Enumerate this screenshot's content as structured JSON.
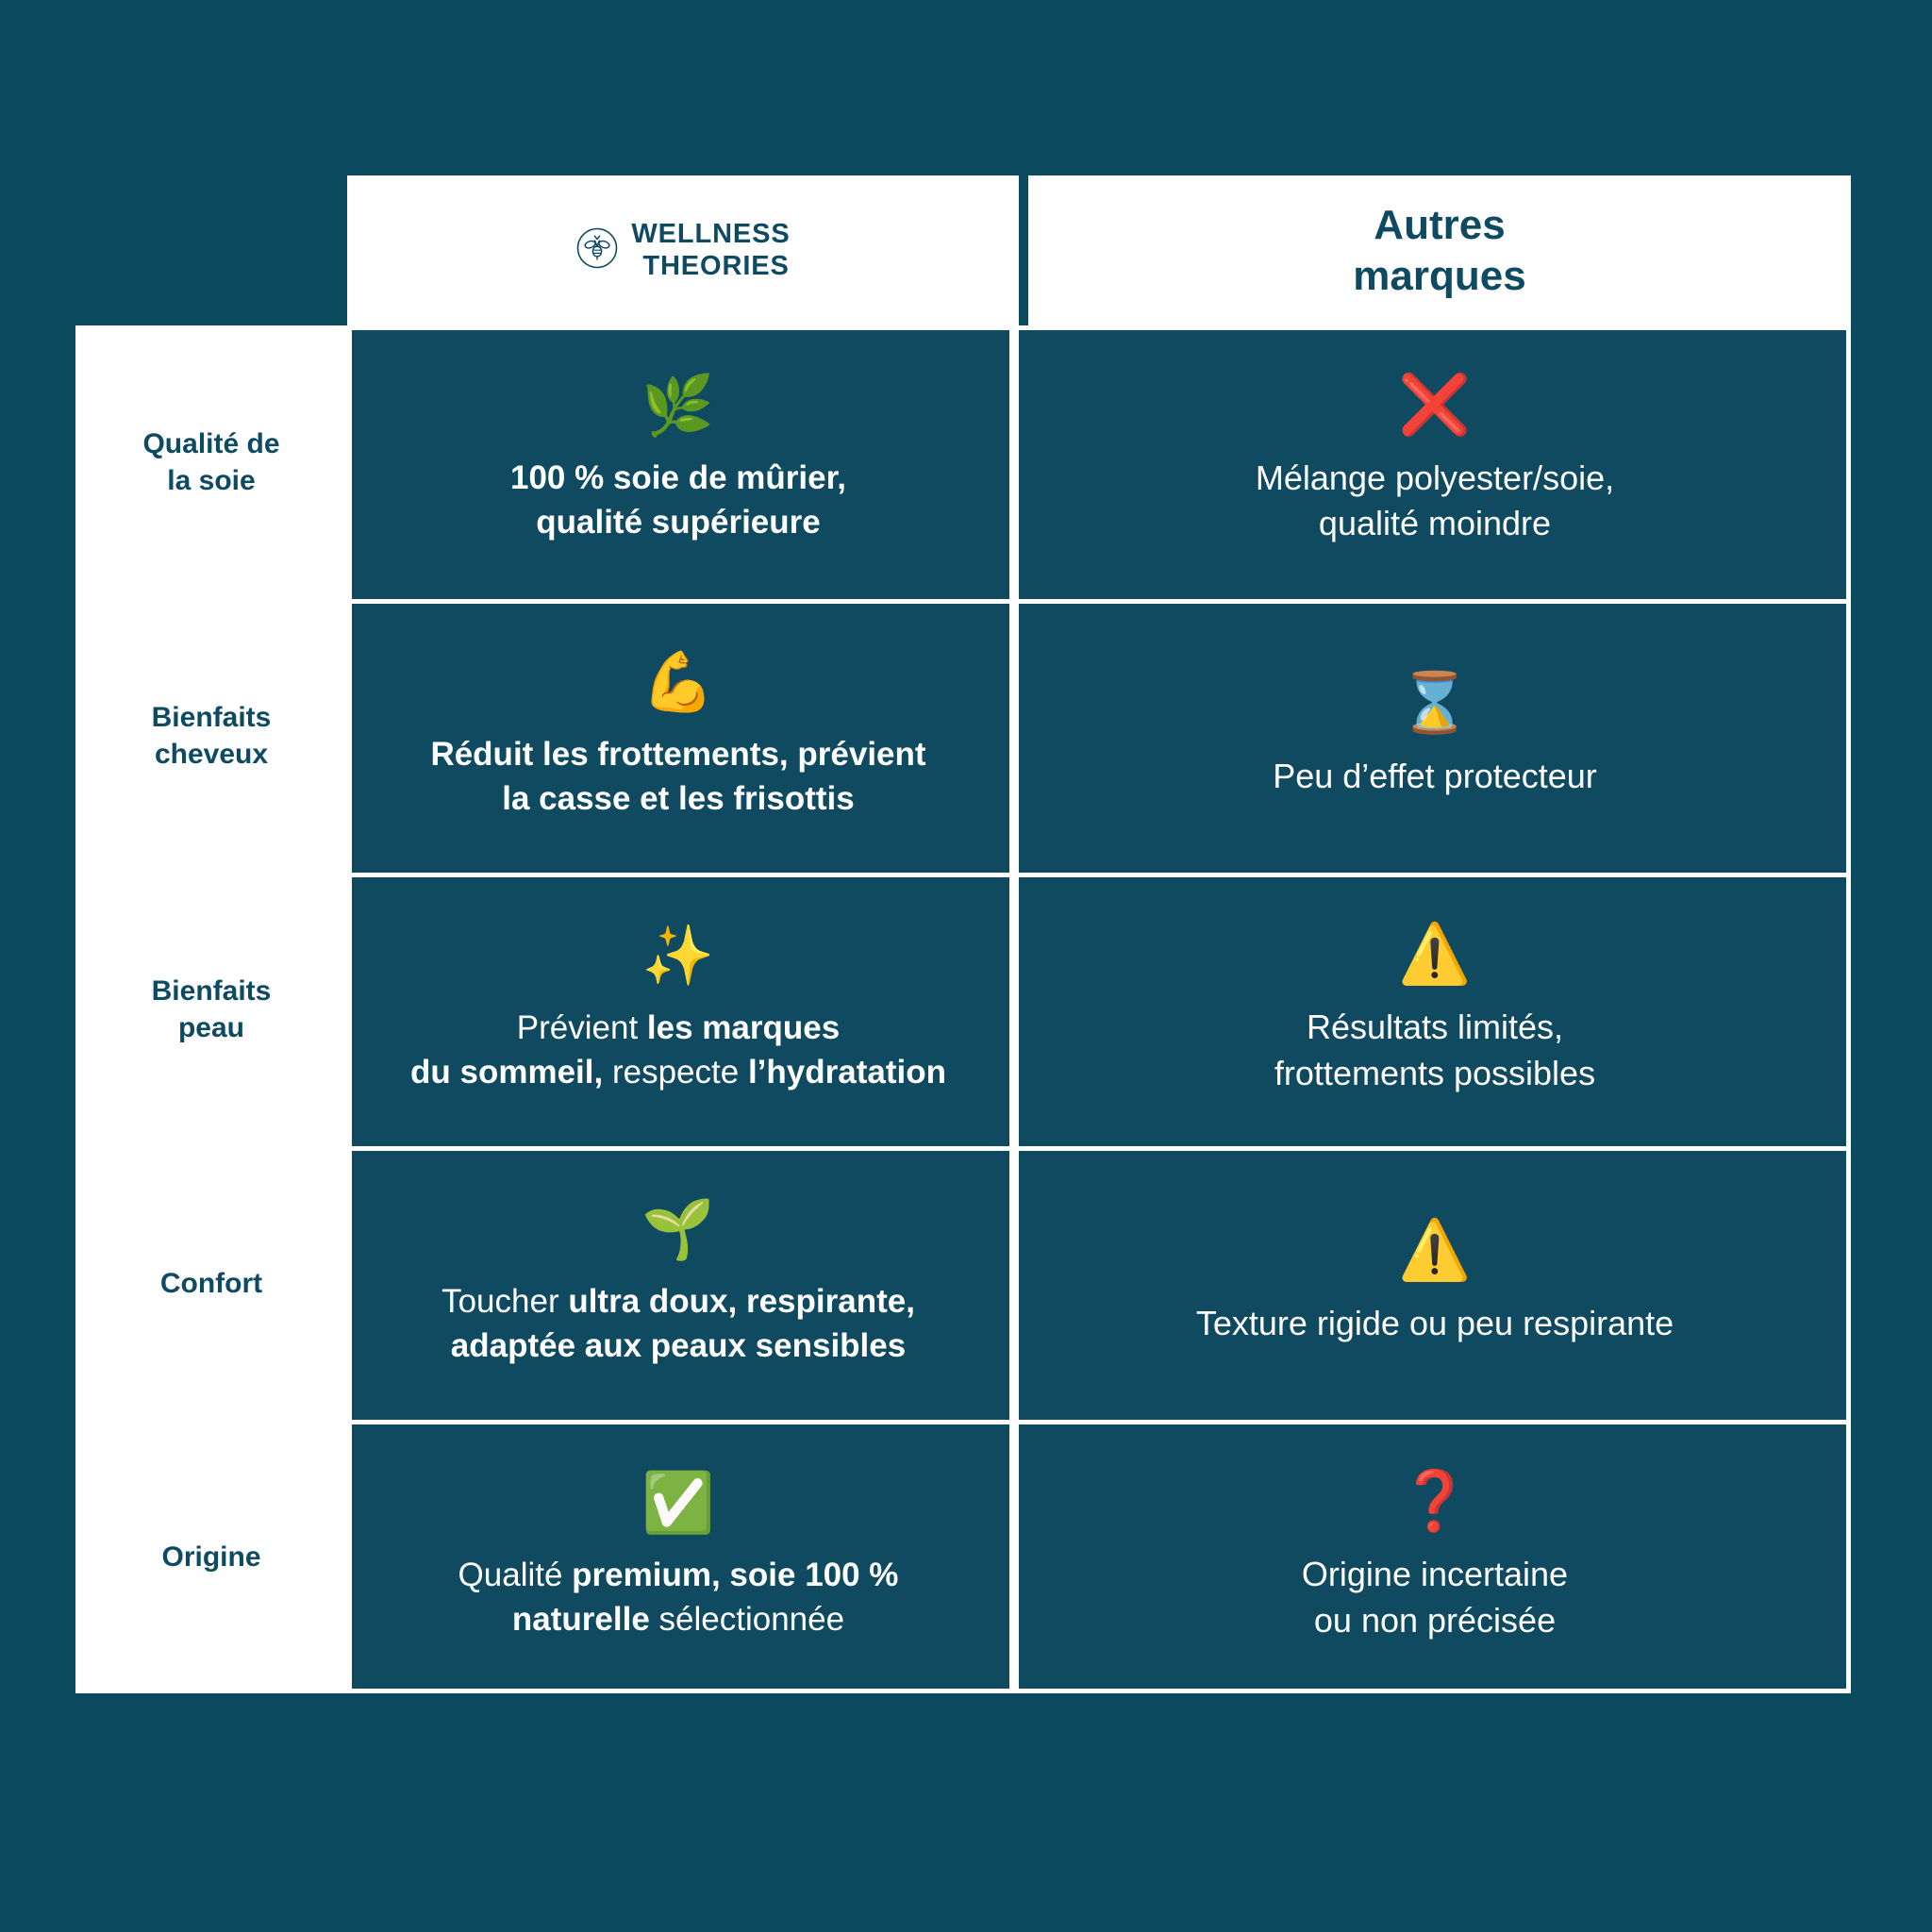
{
  "theme": {
    "background": "#0c4a60",
    "cell_teal": "#0f4a60",
    "panel_white": "#ffffff",
    "heading_teal": "#0f4a63",
    "text_white": "#ffffff"
  },
  "header": {
    "brand": {
      "logo_icon": "bee-emblem-icon",
      "line1": "WELLNESS",
      "line2": "THEORIES"
    },
    "other": {
      "line1": "Autres",
      "line2": "marques"
    }
  },
  "rows": [
    {
      "label_line1": "Qualité de",
      "label_line2": "la soie",
      "brand": {
        "icon": "herb-icon",
        "icon_glyph": "🌿",
        "text_html": "<b>100 % soie de mûrier,<br>qualité supérieure</b>",
        "text_plain": "100 % soie de mûrier, qualité supérieure"
      },
      "other": {
        "icon": "red-cross-mark-icon",
        "icon_glyph": "❌",
        "text_html": "Mélange polyester/soie,<br>qualité moindre",
        "text_plain": "Mélange polyester/soie, qualité moindre"
      }
    },
    {
      "label_line1": "Bienfaits",
      "label_line2": "cheveux",
      "brand": {
        "icon": "flexed-biceps-icon",
        "icon_glyph": "💪",
        "text_html": "<b>Réduit les frottements, prévient<br>la casse et les frisottis</b>",
        "text_plain": "Réduit les frottements, prévient la casse et les frisottis"
      },
      "other": {
        "icon": "hourglass-icon",
        "icon_glyph": "⌛",
        "text_html": "Peu d’effet protecteur",
        "text_plain": "Peu d’effet protecteur"
      }
    },
    {
      "label_line1": "Bienfaits",
      "label_line2": "peau",
      "brand": {
        "icon": "sparkles-icon",
        "icon_glyph": "✨",
        "text_html": "Prévient <b>les marques<br>du sommeil,</b> respecte <b>l’hydratation</b>",
        "text_plain": "Prévient les marques du sommeil, respecte l’hydratation"
      },
      "other": {
        "icon": "warning-icon",
        "icon_glyph": "⚠️",
        "text_html": "Résultats limités,<br>frottements possibles",
        "text_plain": "Résultats limités, frottements possibles"
      }
    },
    {
      "label_line1": "Confort",
      "label_line2": "",
      "brand": {
        "icon": "seedling-icon",
        "icon_glyph": "🌱",
        "text_html": "Toucher <b>ultra doux, respirante,<br>adaptée aux peaux sensibles</b>",
        "text_plain": "Toucher ultra doux, respirante, adaptée aux peaux sensibles"
      },
      "other": {
        "icon": "warning-icon",
        "icon_glyph": "⚠️",
        "text_html": "Texture rigide ou peu respirante",
        "text_plain": "Texture rigide ou peu respirante"
      }
    },
    {
      "label_line1": "Origine",
      "label_line2": "",
      "brand": {
        "icon": "white-check-mark-icon",
        "icon_glyph": "✅",
        "text_html": "Qualité <b>premium, soie 100 %<br>naturelle</b> sélectionnée",
        "text_plain": "Qualité premium, soie 100 % naturelle sélectionnée"
      },
      "other": {
        "icon": "red-question-mark-icon",
        "icon_glyph": "❓",
        "text_html": "Origine incertaine<br>ou non précisée",
        "text_plain": "Origine incertaine ou non précisée"
      }
    }
  ]
}
